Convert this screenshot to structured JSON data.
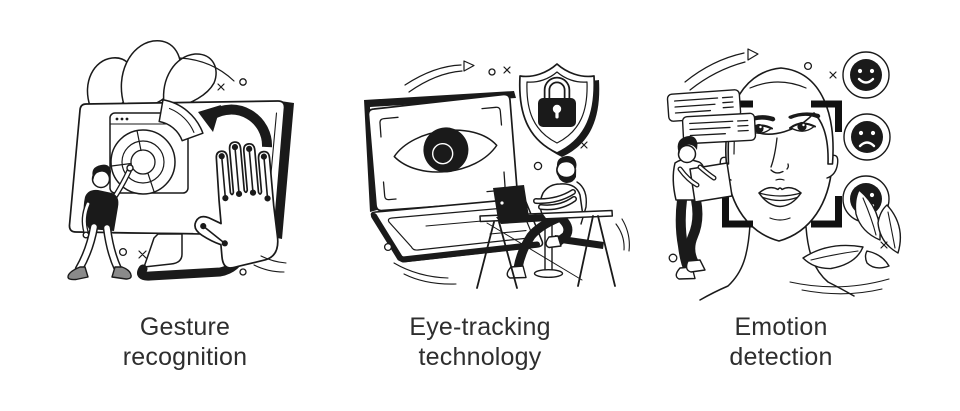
{
  "page": {
    "background_color": "#ffffff",
    "ink_color": "#1a1a1a",
    "caption_color": "#2e2e2e"
  },
  "panels": [
    {
      "id": "gesture-recognition",
      "caption": {
        "line1": "Gesture",
        "line2": "recognition"
      },
      "illustration_icons": [
        "monitor-icon",
        "browser-window-icon",
        "pie-chart-icon",
        "rotate-arrow-icon",
        "hand-sensor-dots-icon",
        "person-touching-screen",
        "leaves-icon",
        "sparkle-icons"
      ]
    },
    {
      "id": "eye-tracking-technology",
      "caption": {
        "line1": "Eye-tracking",
        "line2": "technology"
      },
      "illustration_icons": [
        "laptop-icon",
        "eye-icon",
        "scan-corner-brackets-icon",
        "shield-padlock-icon",
        "person-at-desk",
        "desk-icon",
        "curve-arrow-icon",
        "sparkle-icons"
      ]
    },
    {
      "id": "emotion-detection",
      "caption": {
        "line1": "Emotion",
        "line2": "detection"
      },
      "illustration_icons": [
        "face-icon",
        "scan-frame-icon",
        "happy-emoji-icon",
        "sad-emoji-icon",
        "neutral-emoji-icon",
        "chat-bubbles-icon",
        "person-with-clipboard",
        "leaves-icon",
        "sparkle-icons"
      ]
    }
  ]
}
